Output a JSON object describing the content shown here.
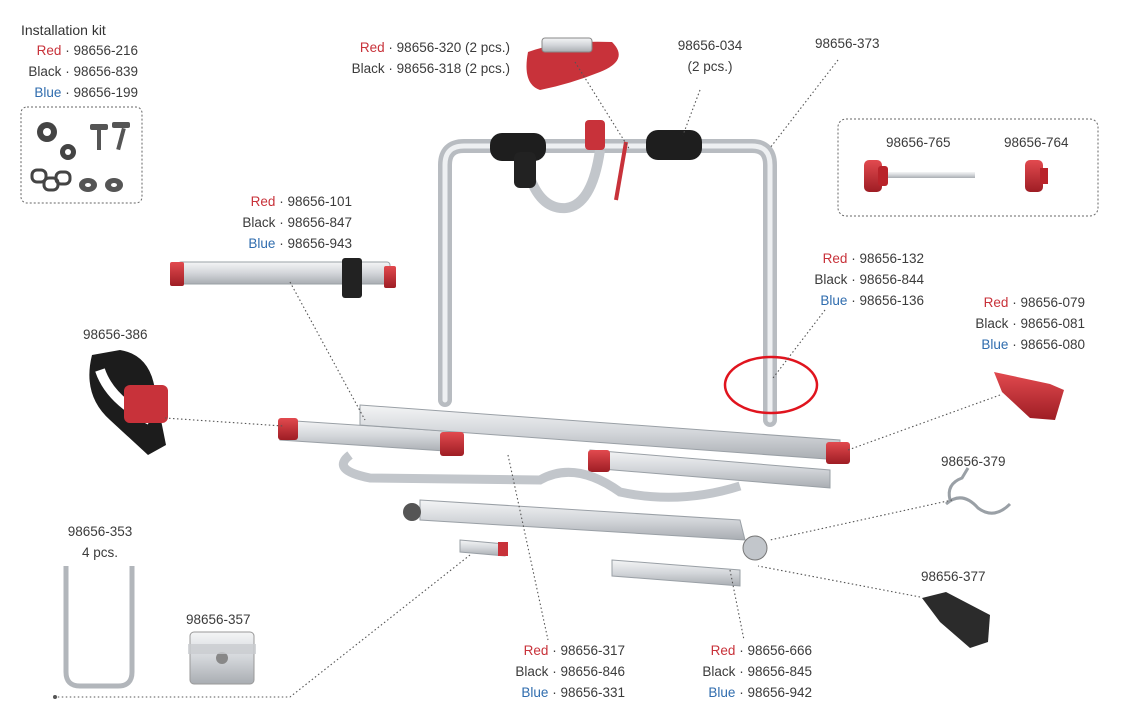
{
  "installation_kit": {
    "title": "Installation kit",
    "red": "98656-216",
    "black": "98656-839",
    "blue": "98656-199"
  },
  "colors": {
    "red_word": "Red",
    "black_word": "Black",
    "blue_word": "Blue",
    "red_hex": "#c8323a",
    "blue_hex": "#2f6cae",
    "highlight_ring": "#e0141e"
  },
  "parts": {
    "strap_clip": {
      "red": "98656-320 (2 pcs.)",
      "black": "98656-318 (2 pcs.)"
    },
    "foam_pad": {
      "code": "98656-034",
      "qty": "(2 pcs.)"
    },
    "frame": {
      "code": "98656-373"
    },
    "knob_long": {
      "code": "98656-765"
    },
    "knob_short": {
      "code": "98656-764"
    },
    "rail_top": {
      "red": "98656-101",
      "black": "98656-847",
      "blue": "98656-943"
    },
    "tube_clamp": {
      "red": "98656-132",
      "black": "98656-844",
      "blue": "98656-136"
    },
    "wheel_strap": {
      "code": "98656-386"
    },
    "holder": {
      "red": "98656-079",
      "black": "98656-081",
      "blue": "98656-080"
    },
    "clip_pin": {
      "code": "98656-379"
    },
    "u_bolt": {
      "code": "98656-353",
      "qty": "4 pcs."
    },
    "plate": {
      "code": "98656-357"
    },
    "bracket": {
      "code": "98656-377"
    },
    "rail_bottom_left": {
      "red": "98656-317",
      "black": "98656-846",
      "blue": "98656-331"
    },
    "rail_bottom_right": {
      "red": "98656-666",
      "black": "98656-845",
      "blue": "98656-942"
    }
  }
}
